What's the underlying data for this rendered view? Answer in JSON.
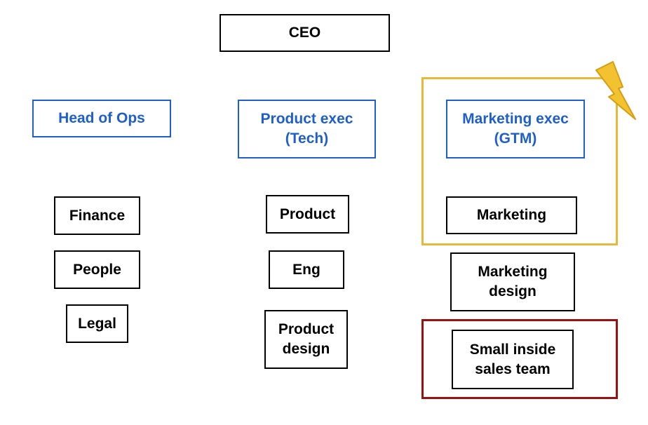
{
  "chart": {
    "ceo": "CEO",
    "heads": {
      "ops": "Head of Ops",
      "tech": "Product exec\n(Tech)",
      "gtm": "Marketing exec\n(GTM)"
    },
    "ops_teams": {
      "finance": "Finance",
      "people": "People",
      "legal": "Legal"
    },
    "tech_teams": {
      "product": "Product",
      "eng": "Eng",
      "product_design": "Product\ndesign"
    },
    "gtm_teams": {
      "marketing": "Marketing",
      "marketing_design": "Marketing\ndesign",
      "inside_sales": "Small inside\nsales team"
    }
  },
  "colors": {
    "head_border": "#1e5fcc",
    "highlight_frame": "#e8b83a",
    "sales_frame": "#9b1111",
    "lightning": "#f2c230"
  },
  "icons": {
    "highlight": "lightning-bolt-icon"
  }
}
